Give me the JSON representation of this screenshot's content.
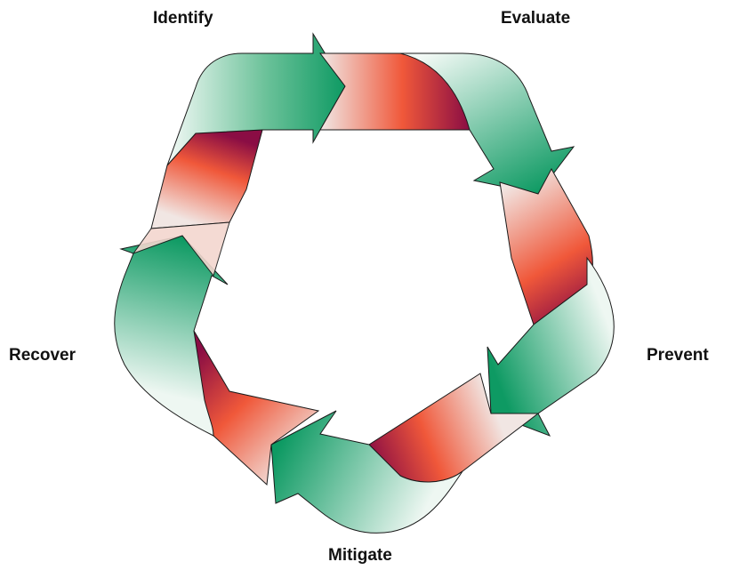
{
  "diagram": {
    "stages": [
      {
        "id": "identify",
        "label": "Identify"
      },
      {
        "id": "evaluate",
        "label": "Evaluate"
      },
      {
        "id": "prevent",
        "label": "Prevent"
      },
      {
        "id": "mitigate",
        "label": "Mitigate"
      },
      {
        "id": "recover",
        "label": "Recover"
      }
    ],
    "colors": {
      "arrow_green": "#0e9a63",
      "arrow_pale": "#e3f3eb",
      "band_orange": "#f0583a",
      "band_maroon": "#8a0d44",
      "band_pale": "#f1e6e3",
      "outline": "#1a1a1a"
    }
  }
}
